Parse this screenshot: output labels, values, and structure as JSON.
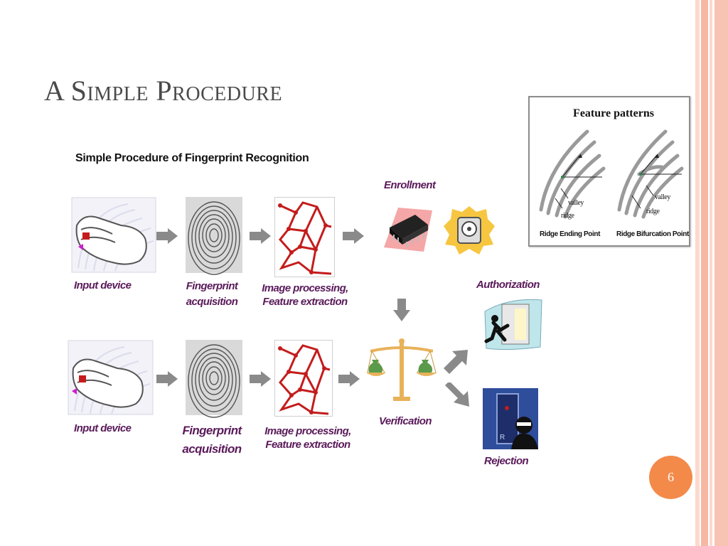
{
  "slide": {
    "title": "A Simple Procedure",
    "subtitle": "Simple Procedure of Fingerprint Recognition",
    "page_number": "6"
  },
  "feature_box": {
    "title": "Feature patterns",
    "left_caption": "Ridge Ending Point",
    "right_caption": "Ridge Bifurcation Point",
    "valley_label": "valley",
    "ridge_label": "ridge"
  },
  "flow": {
    "enrollment": "Enrollment",
    "authorization": "Authorization",
    "verification": "Verification",
    "rejection": "Rejection",
    "top_row": {
      "input_device": "Input device",
      "acquisition_line1": "Fingerprint",
      "acquisition_line2": "acquisition",
      "processing_line1": "Image processing,",
      "processing_line2": "Feature extraction"
    },
    "bottom_row": {
      "input_device": "Input device",
      "acquisition_line1": "Fingerprint",
      "acquisition_line2": "acquisition",
      "processing_line1": "Image processing,",
      "processing_line2": "Feature extraction"
    }
  },
  "colors": {
    "label_purple": "#5a1a5a",
    "badge_orange": "#f38a4a",
    "border_pink": "#f4b8a6",
    "arrow_gray": "#8a8a8a",
    "minutiae_red": "#c41c1c"
  }
}
